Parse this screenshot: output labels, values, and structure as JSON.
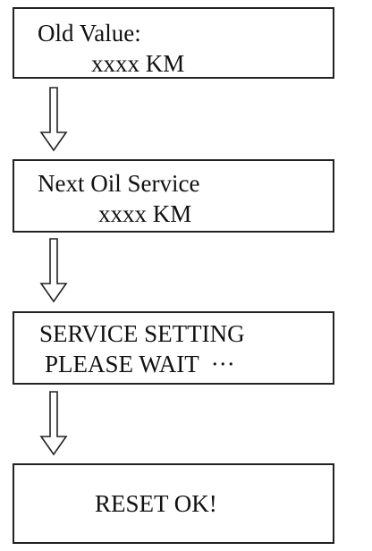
{
  "steps": [
    {
      "line1": "Old Value:",
      "line2": "xxxx KM"
    },
    {
      "line1": "Next Oil Service",
      "line2": "xxxx KM"
    },
    {
      "line1": "SERVICE SETTING",
      "line2": "PLEASE WAIT  ···"
    },
    {
      "line1": "RESET OK!"
    }
  ],
  "arrow_icon": "hollow-down-arrow-icon"
}
